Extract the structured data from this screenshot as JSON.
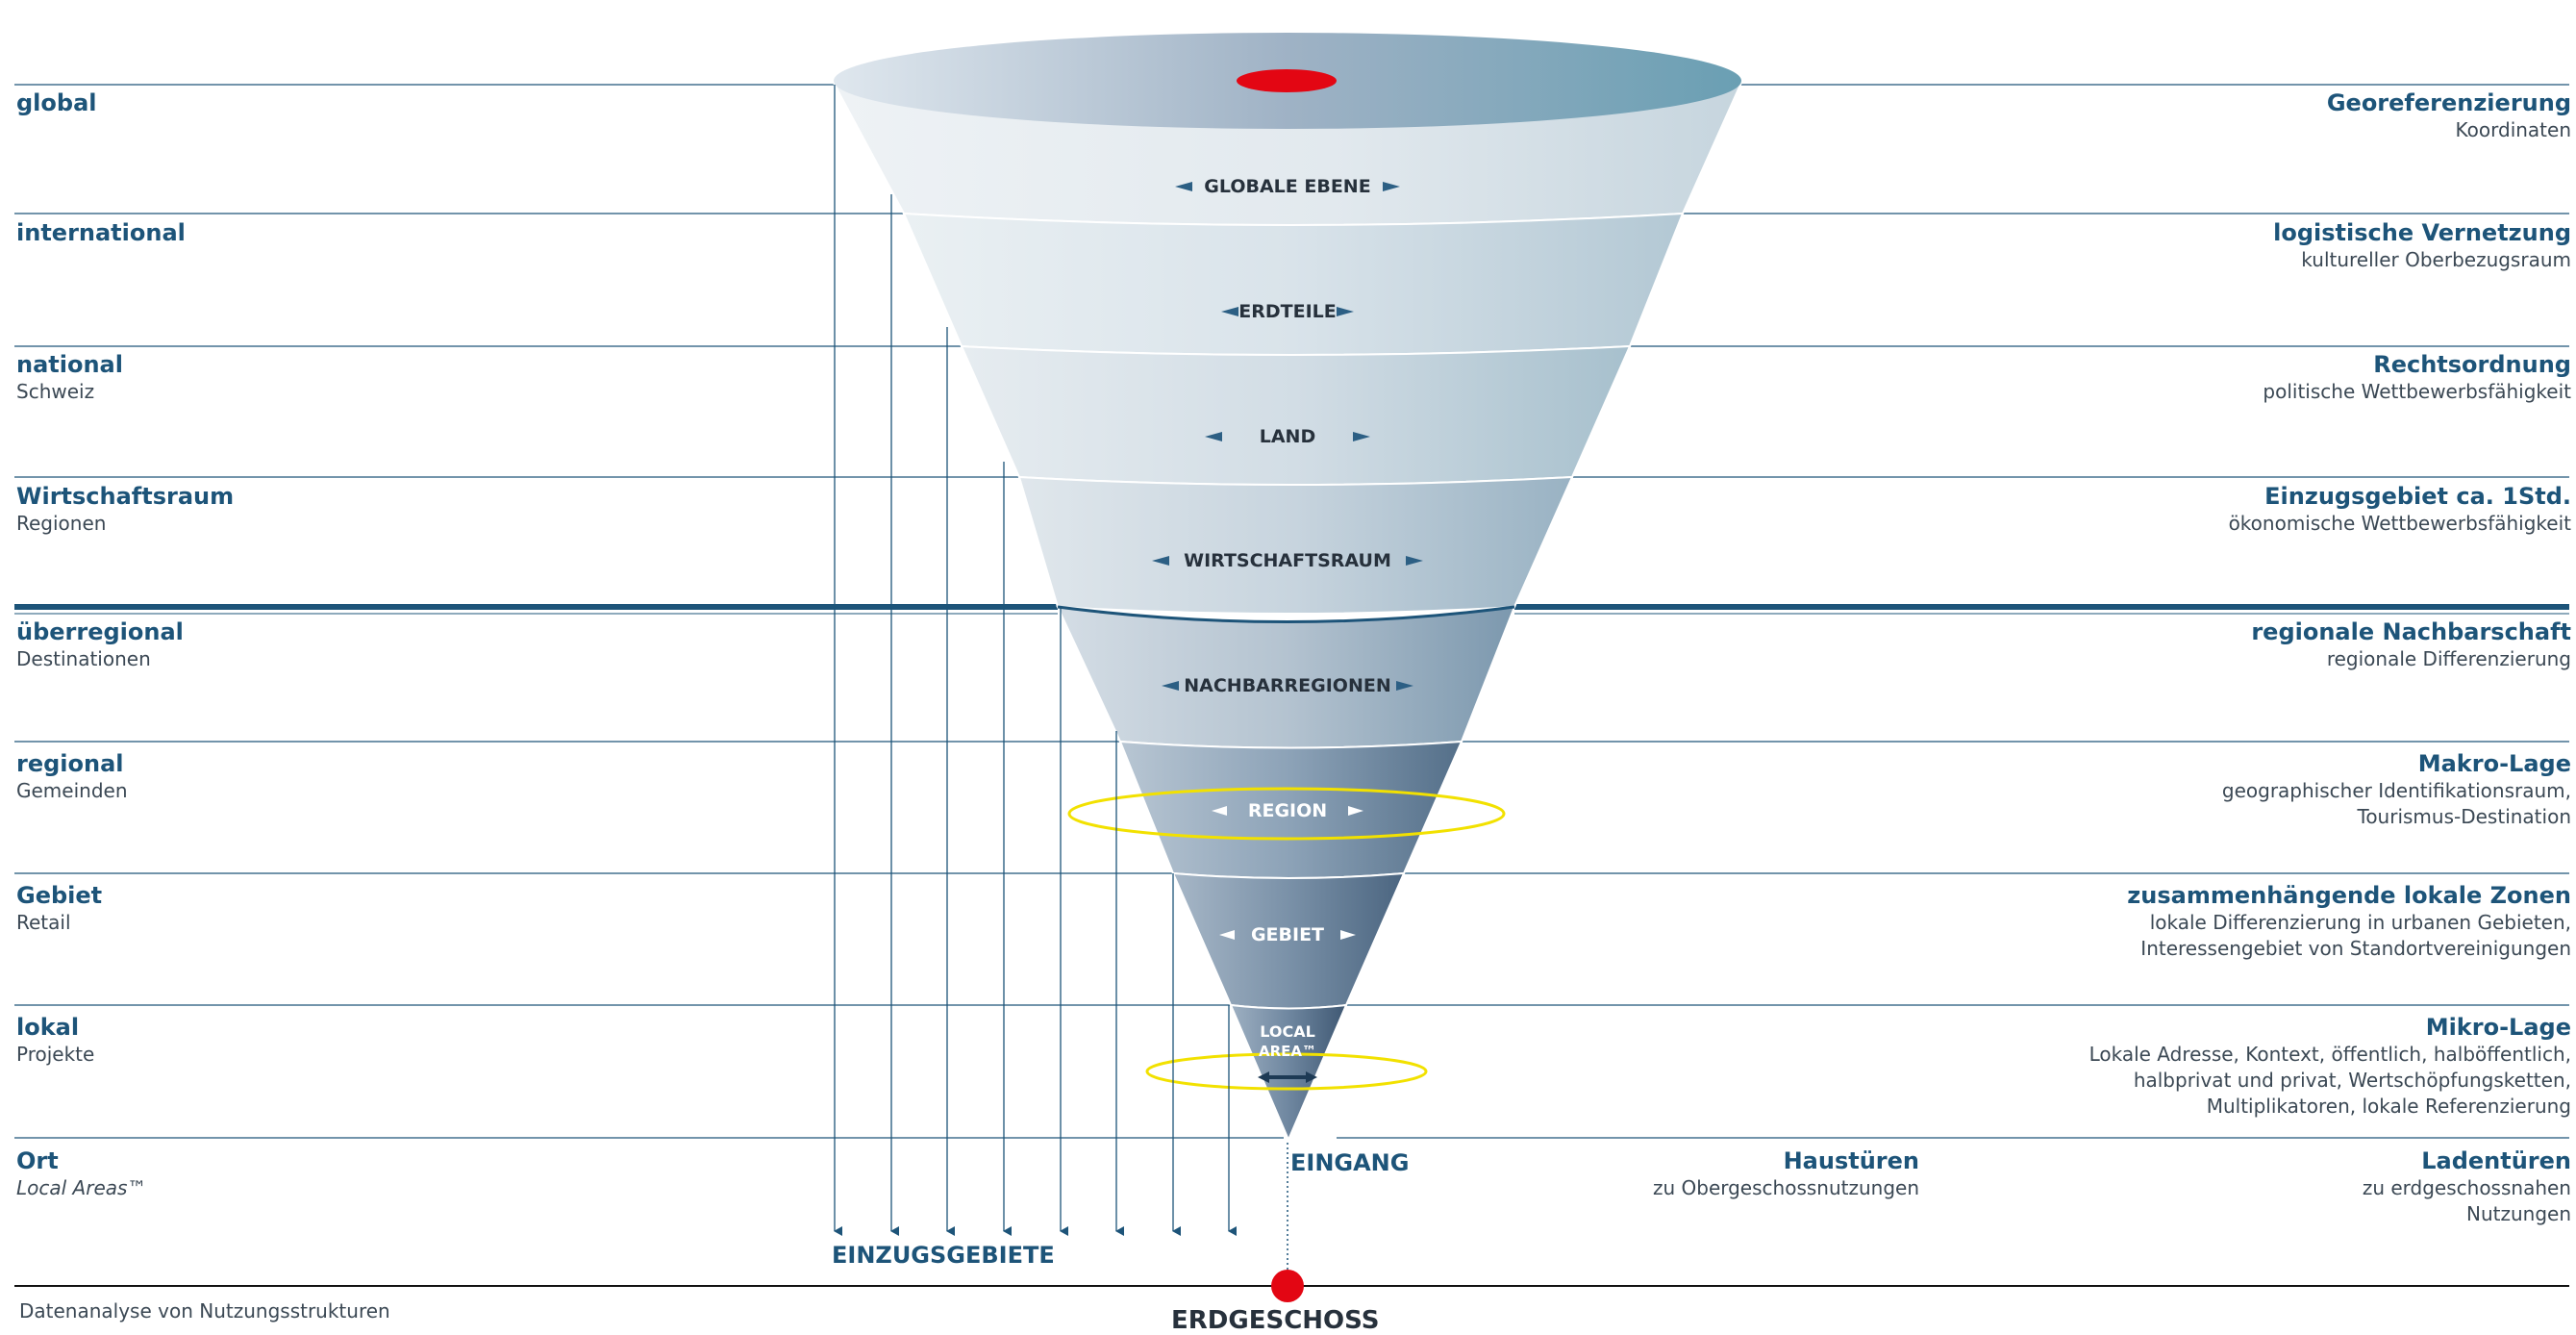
{
  "left_labels": [
    {
      "title": "global",
      "sub": ""
    },
    {
      "title": "international",
      "sub": ""
    },
    {
      "title": "national",
      "sub": "Schweiz"
    },
    {
      "title": "Wirtschaftsraum",
      "sub": "Regionen"
    },
    {
      "title": "überregional",
      "sub": "Destinationen"
    },
    {
      "title": "regional",
      "sub": "Gemeinden"
    },
    {
      "title": "Gebiet",
      "sub": "Retail"
    },
    {
      "title": "lokal",
      "sub": "Projekte"
    },
    {
      "title": "Ort",
      "sub": "Local Areas™"
    }
  ],
  "right_labels": [
    {
      "title": "Georeferenzierung",
      "sub": [
        "Koordinaten"
      ]
    },
    {
      "title": "logistische Vernetzung",
      "sub": [
        "kultureller Oberbezugsraum"
      ]
    },
    {
      "title": "Rechtsordnung",
      "sub": [
        "politische Wettbewerbsfähigkeit"
      ]
    },
    {
      "title": "Einzugsgebiet ca. 1Std.",
      "sub": [
        "ökonomische Wettbewerbsfähigkeit"
      ]
    },
    {
      "title": "regionale Nachbarschaft",
      "sub": [
        "regionale Differenzierung"
      ]
    },
    {
      "title": "Makro-Lage",
      "sub": [
        "geographischer Identifikationsraum,",
        "Tourismus-Destination"
      ]
    },
    {
      "title": "zusammenhängende lokale Zonen",
      "sub": [
        "lokale Differenzierung in urbanen Gebieten,",
        "Interessengebiet von Standortvereinigungen"
      ]
    },
    {
      "title": "Mikro-Lage",
      "sub": [
        "Lokale Adresse, Kontext, öffentlich, halböffentlich,",
        "halbprivat und privat, Wertschöpfungsketten,",
        "Multiplikatoren, lokale Referenzierung"
      ]
    },
    {
      "title": "Ladentüren",
      "sub": [
        "zu erdgeschossnahen",
        "Nutzungen"
      ]
    }
  ],
  "funnel_levels": [
    "GLOBALE EBENE",
    "ERDTEILE",
    "LAND",
    "WIRTSCHAFTSRAUM",
    "NACHBARREGIONEN",
    "REGION",
    "GEBIET",
    "LOCAL",
    "AREA™"
  ],
  "bottom": {
    "eingang": "EINGANG",
    "haustueren_title": "Haustüren",
    "haustueren_sub": "zu Obergeschossnutzungen",
    "einzugsgebiete": "EINZUGSGEBIETE",
    "erdgeschoss": "ERDGESCHOSS",
    "footnote": "Datenanalyse von Nutzungsstrukturen"
  },
  "colors": {
    "accent": "#1d5479",
    "marker": "#e30613",
    "ring": "#f2e100",
    "rule": "#1d5479"
  }
}
